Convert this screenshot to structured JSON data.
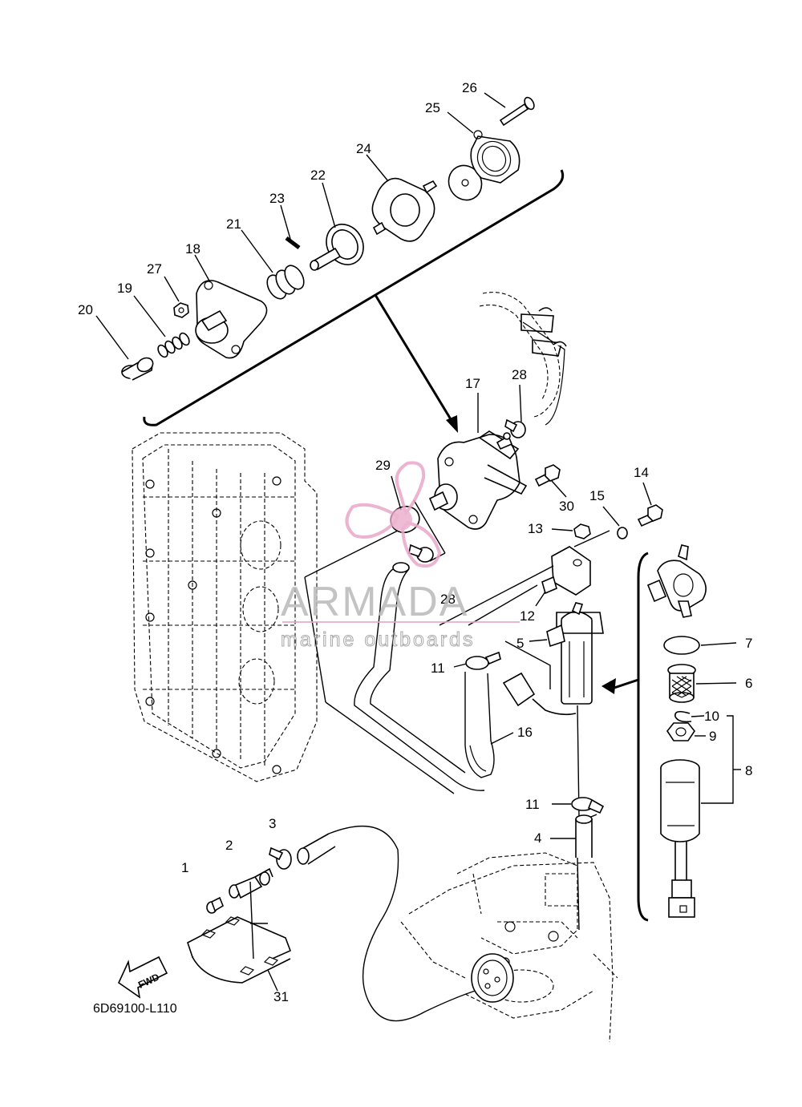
{
  "diagram": {
    "code": "6D69100-L110",
    "fwd_label": "FWD",
    "watermark": {
      "brand": "ARMADA",
      "tagline": "marine outboards",
      "accent_color": "#e9a7c9"
    },
    "callouts": [
      "1",
      "2",
      "3",
      "4",
      "5",
      "6",
      "7",
      "8",
      "9",
      "10",
      "11",
      "11",
      "12",
      "13",
      "14",
      "15",
      "16",
      "17",
      "18",
      "19",
      "20",
      "21",
      "22",
      "23",
      "24",
      "25",
      "26",
      "27",
      "28",
      "28",
      "29",
      "30",
      "31"
    ]
  }
}
